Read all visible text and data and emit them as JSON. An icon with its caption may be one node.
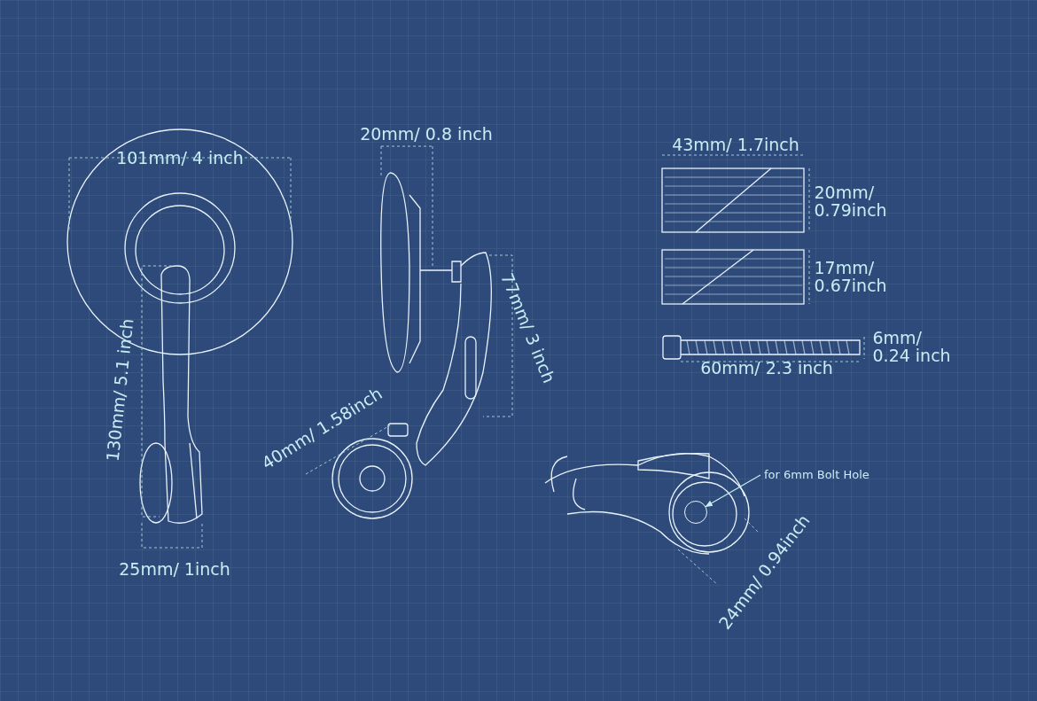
{
  "diagram": {
    "nodes": [
      {
        "text": [
          "for 6mm Bolt Hole"
        ]
      },
      {
        "text": [],
        "shape": "circle"
      }
    ],
    "edges": [
      {
        "from": 0,
        "to": 1,
        "arrow": "to"
      }
    ],
    "labels": [
      "20mm/ 0.8 inch",
      "43mm/ 1.7inch",
      "101mm/ 4 inch",
      "20mm/ 0.79inch",
      "17mm/ 0.67inch",
      "77mm/ 3 inch",
      "6mm/ 0.24 inch",
      "60mm/ 2.3 inch",
      "130mm/ 5.1 inch",
      "40mm/ 1.58inch",
      "25mm/ 1inch",
      "24mm/ 0.94inch"
    ]
  }
}
